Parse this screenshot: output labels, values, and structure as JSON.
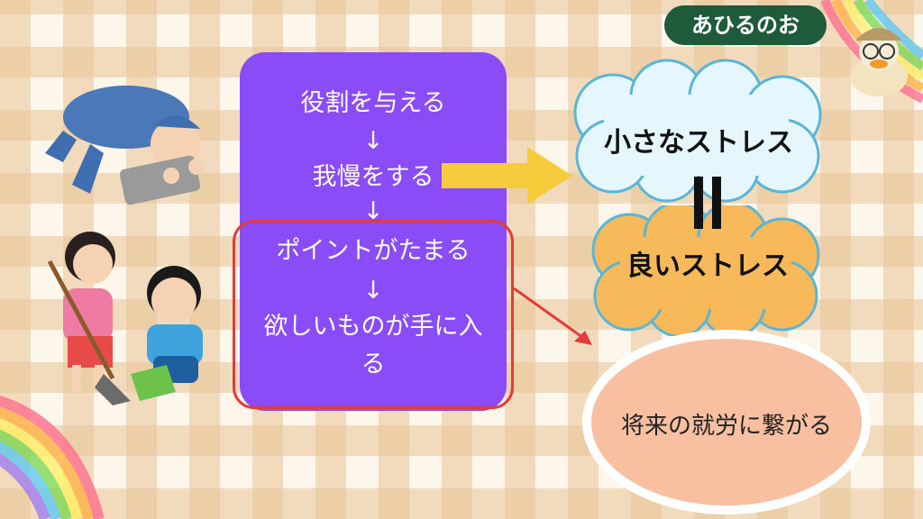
{
  "badge": {
    "text": "あひるのお"
  },
  "flow": {
    "step1": "役割を与える",
    "arrow1": "↓",
    "step2": "我慢をする",
    "arrow2": "↓",
    "step3": "ポイントがたまる",
    "arrow3": "↓",
    "step4_line1": "欲しいものが手に入",
    "step4_line2": "る"
  },
  "clouds": {
    "small_stress": "小さなストレス",
    "equals": "||",
    "good_stress": "良いストレス"
  },
  "result": {
    "text": "将来の就労に繋がる"
  },
  "colors": {
    "purple": "#8a4cf7",
    "yellow_arrow": "#f7cc3c",
    "red_highlight": "#e23b3b",
    "cloud_light_blue": "#e6f6fd",
    "cloud_orange": "#f8b95a",
    "oval_peach": "#f8c0a0",
    "badge_green": "#1e5b3a"
  }
}
